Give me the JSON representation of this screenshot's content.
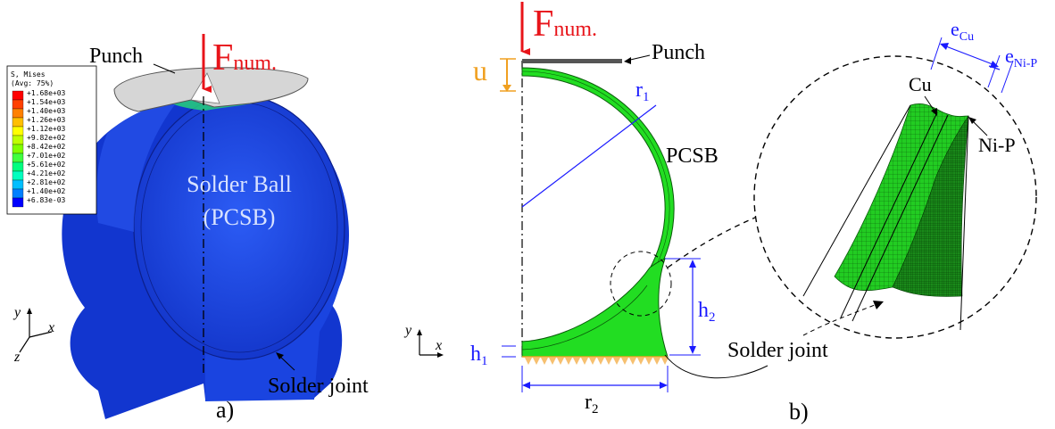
{
  "panel_a": {
    "label": "a)",
    "force_label": "F",
    "force_sub": "num.",
    "punch_label": "Punch",
    "ball_label_line1": "Solder Ball",
    "ball_label_line2": "(PCSB)",
    "joint_label": "Solder joint",
    "axes": {
      "y": "y",
      "x": "x",
      "z": "z"
    },
    "legend": {
      "title_line1": "S, Mises",
      "title_line2": "(Avg: 75%)",
      "entries": [
        "+1.68e+03",
        "+1.54e+03",
        "+1.40e+03",
        "+1.26e+03",
        "+1.12e+03",
        "+9.82e+02",
        "+8.42e+02",
        "+7.01e+02",
        "+5.61e+02",
        "+4.21e+02",
        "+2.81e+02",
        "+1.40e+02",
        "+6.83e-03"
      ],
      "colors": [
        "#ff0000",
        "#ff4000",
        "#ff8000",
        "#ffbf00",
        "#ffff00",
        "#bfff00",
        "#80ff00",
        "#40ff40",
        "#00ff80",
        "#00ffbf",
        "#00bfff",
        "#0080ff",
        "#0000ff"
      ]
    }
  },
  "panel_b": {
    "label": "b)",
    "force_label": "F",
    "force_sub": "num.",
    "punch_label": "Punch",
    "u_label": "u",
    "r1_label": "r",
    "r1_sub": "1",
    "r2_label": "r",
    "r2_sub": "2",
    "h1_label": "h",
    "h1_sub": "1",
    "h2_label": "h",
    "h2_sub": "2",
    "pcsb_label": "PCSB",
    "joint_label": "Solder joint",
    "axes": {
      "y": "y",
      "x": "x"
    },
    "zoom": {
      "cu_label": "Cu",
      "nip_label": "Ni-P",
      "ecu_label": "e",
      "ecu_sub": "Cu",
      "enip_label": "e",
      "enip_sub": "Ni-P"
    }
  },
  "colors": {
    "force": "#e8141a",
    "dimension": "#1a1aff",
    "displacement": "#f0a020",
    "ball_green": "#22dd22",
    "model_blue": "#1638d8"
  }
}
